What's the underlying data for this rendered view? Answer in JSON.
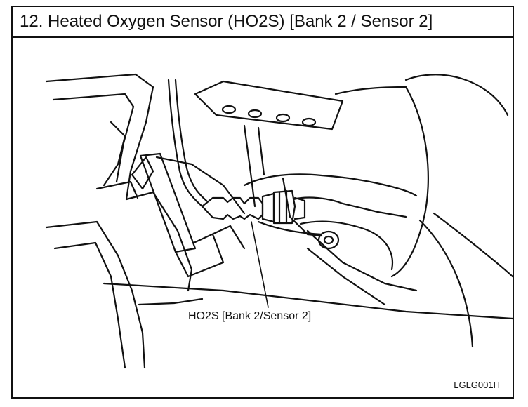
{
  "title": "12. Heated Oxygen Sensor (HO2S) [Bank 2 / Sensor 2]",
  "callout_label": "HO2S [Bank 2/Sensor 2]",
  "figure_code": "LGLG001H",
  "colors": {
    "line": "#111111",
    "background": "#ffffff"
  }
}
